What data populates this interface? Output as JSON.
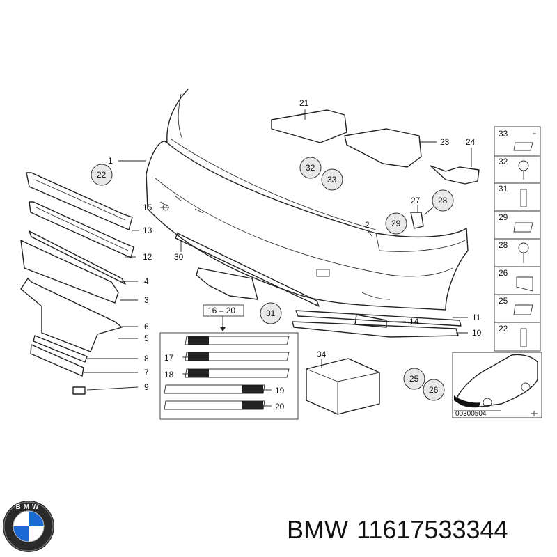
{
  "diagram": {
    "part_numbers": [
      "1",
      "2",
      "3",
      "4",
      "5",
      "6",
      "7",
      "8",
      "9",
      "10",
      "11",
      "12",
      "13",
      "14",
      "15",
      "17",
      "18",
      "19",
      "20",
      "21",
      "23",
      "24",
      "27",
      "28",
      "29",
      "30",
      "34"
    ],
    "circled_numbers": [
      "22",
      "32",
      "33",
      "31",
      "25",
      "26"
    ],
    "group_label": "16 – 20",
    "side_panel_numbers": [
      "33",
      "32",
      "31",
      "29",
      "28",
      "26",
      "25",
      "22"
    ],
    "reference_code": "00300504"
  },
  "brand": {
    "logo_text": "BMW",
    "name": "BMW",
    "part_number": "11617533344"
  },
  "colors": {
    "line": "#222222",
    "circle_fill": "#e8e8e8",
    "logo_blue": "#1c69d4"
  }
}
